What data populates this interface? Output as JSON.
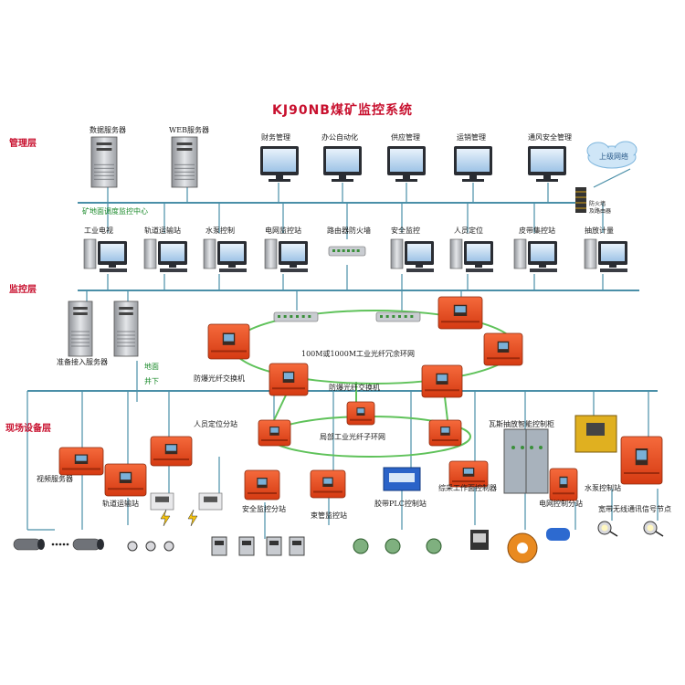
{
  "title": "KJ90NB煤矿监控系统",
  "layers": {
    "management": "管理层",
    "monitoring": "监控层",
    "field": "现场设备层"
  },
  "servers": {
    "data": "数据服务器",
    "web": "WEB服务器",
    "standby": "准备接入服务器"
  },
  "office": [
    "财务管理",
    "办公自动化",
    "供应管理",
    "运销管理",
    "通风安全管理"
  ],
  "upper_network": "上级网络",
  "firewall_router": "防火墙\n及路由器",
  "center_label": "矿地面调度监控中心",
  "monitor_pcs": [
    "工业电视",
    "轨道运输站",
    "水泵控制",
    "电网监控站",
    "路由器防火墙",
    "安全监控",
    "人员定位",
    "皮带集控站",
    "抽放计量"
  ],
  "ring_main": "100M或1000M工业光纤冗余环网",
  "ring_sub": "局部工业光纤子环网",
  "surface": "地面",
  "underground": "井下",
  "switch_left": "防爆光纤交换机",
  "switch_center": "防爆光纤交换机",
  "field": {
    "video_server": "视频服务器",
    "rail": "轨道运输站",
    "personnel": "人员定位分站",
    "safety": "安全监控分站",
    "belt": "束管监控站",
    "plc": "胶带PLC控制站",
    "face": "综采工作面控制器",
    "gas": "瓦斯抽放智能控制柜",
    "pump": "水泵控制站",
    "grid": "电网控制分站",
    "wireless": "宽带无线通讯信号节点"
  },
  "colors": {
    "red": "#c8102e",
    "device": "#e94a1e",
    "line": "#4a8fa8",
    "ring": "#5fc25a"
  }
}
